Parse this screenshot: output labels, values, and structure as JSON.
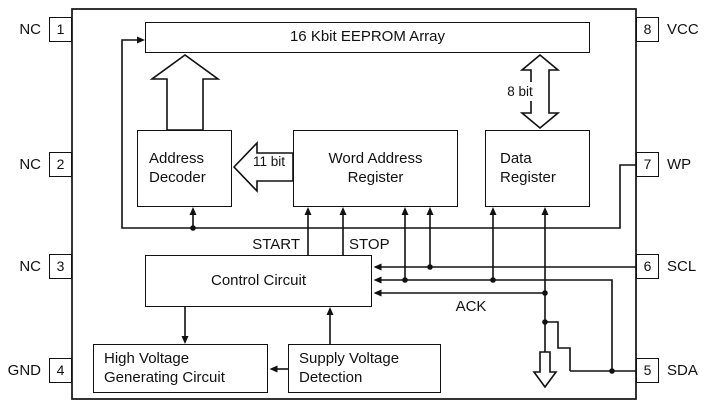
{
  "blocks": {
    "eeprom": {
      "label": "16 Kbit EEPROM Array"
    },
    "address_decoder": {
      "label": "Address\nDecoder"
    },
    "word_address_register": {
      "label": "Word Address\nRegister"
    },
    "data_register": {
      "label": "Data\nRegister"
    },
    "control_circuit": {
      "label": "Control Circuit"
    },
    "high_voltage": {
      "label": "High Voltage\nGenerating Circuit"
    },
    "supply_voltage": {
      "label": "Supply Voltage\nDetection"
    }
  },
  "pins": {
    "left": [
      {
        "name": "NC",
        "number": "1"
      },
      {
        "name": "NC",
        "number": "2"
      },
      {
        "name": "NC",
        "number": "3"
      },
      {
        "name": "GND",
        "number": "4"
      }
    ],
    "right": [
      {
        "name": "VCC",
        "number": "8"
      },
      {
        "name": "WP",
        "number": "7"
      },
      {
        "name": "SCL",
        "number": "6"
      },
      {
        "name": "SDA",
        "number": "5"
      }
    ]
  },
  "signals": {
    "start": "START",
    "stop": "STOP",
    "ack": "ACK",
    "bus11": "11 bit",
    "bus8": "8 bit"
  },
  "colors": {
    "line": "#111111",
    "background": "#ffffff"
  }
}
